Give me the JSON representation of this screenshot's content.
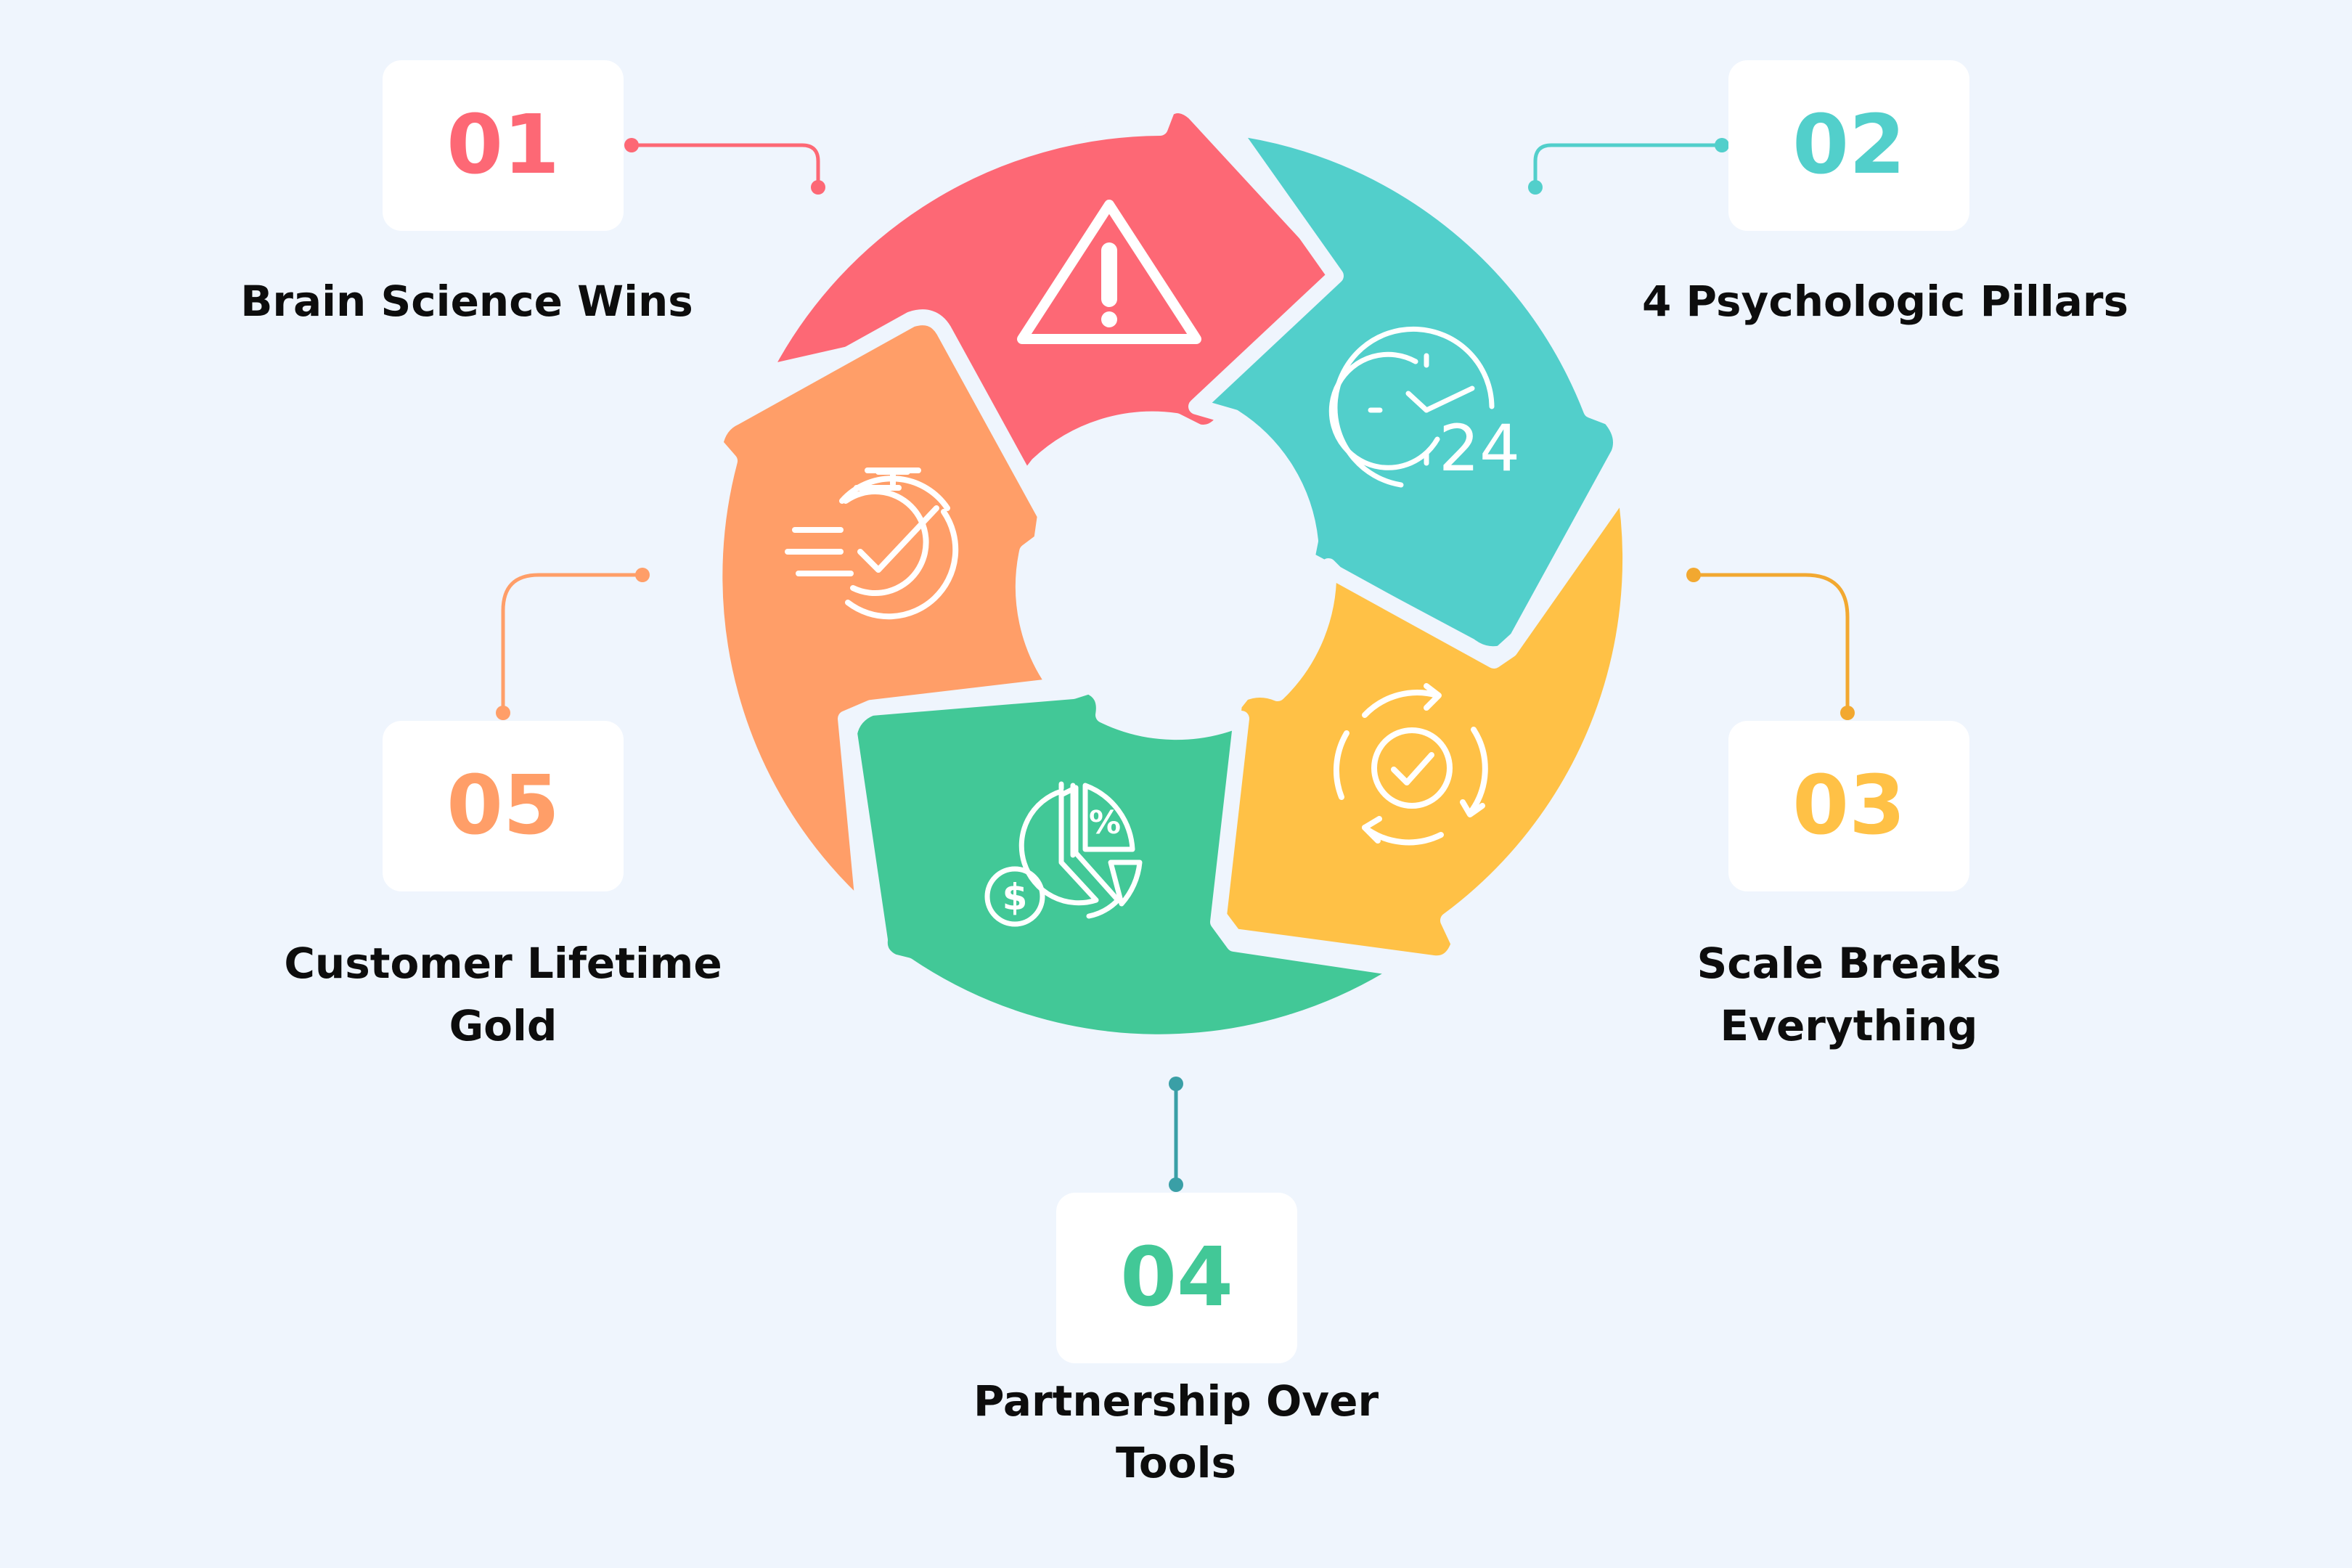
{
  "colors": {
    "background": "#eff5fd",
    "card": "#ffffff",
    "step1": "#fd6875",
    "step2": "#52cfcb",
    "step3": "#ffc146",
    "step4": "#42c897",
    "step5": "#ff9e68",
    "connector3": "#f2a830"
  },
  "steps": [
    {
      "number": "01",
      "label_lines": [
        "Brain Science Wins"
      ],
      "icon": "warning-icon"
    },
    {
      "number": "02",
      "label_lines": [
        "4 Psychologic Pillars"
      ],
      "icon": "clock-24-icon"
    },
    {
      "number": "03",
      "label_lines": [
        "Scale Breaks",
        "Everything"
      ],
      "icon": "cycle-check-icon"
    },
    {
      "number": "04",
      "label_lines": [
        "Partnership Over",
        "Tools"
      ],
      "icon": "pie-chart-dollar-icon"
    },
    {
      "number": "05",
      "label_lines": [
        "Customer Lifetime",
        "Gold"
      ],
      "icon": "fast-timer-icon"
    }
  ],
  "icon_text": {
    "clock_hours": "24",
    "percent": "%",
    "dollar": "$"
  }
}
